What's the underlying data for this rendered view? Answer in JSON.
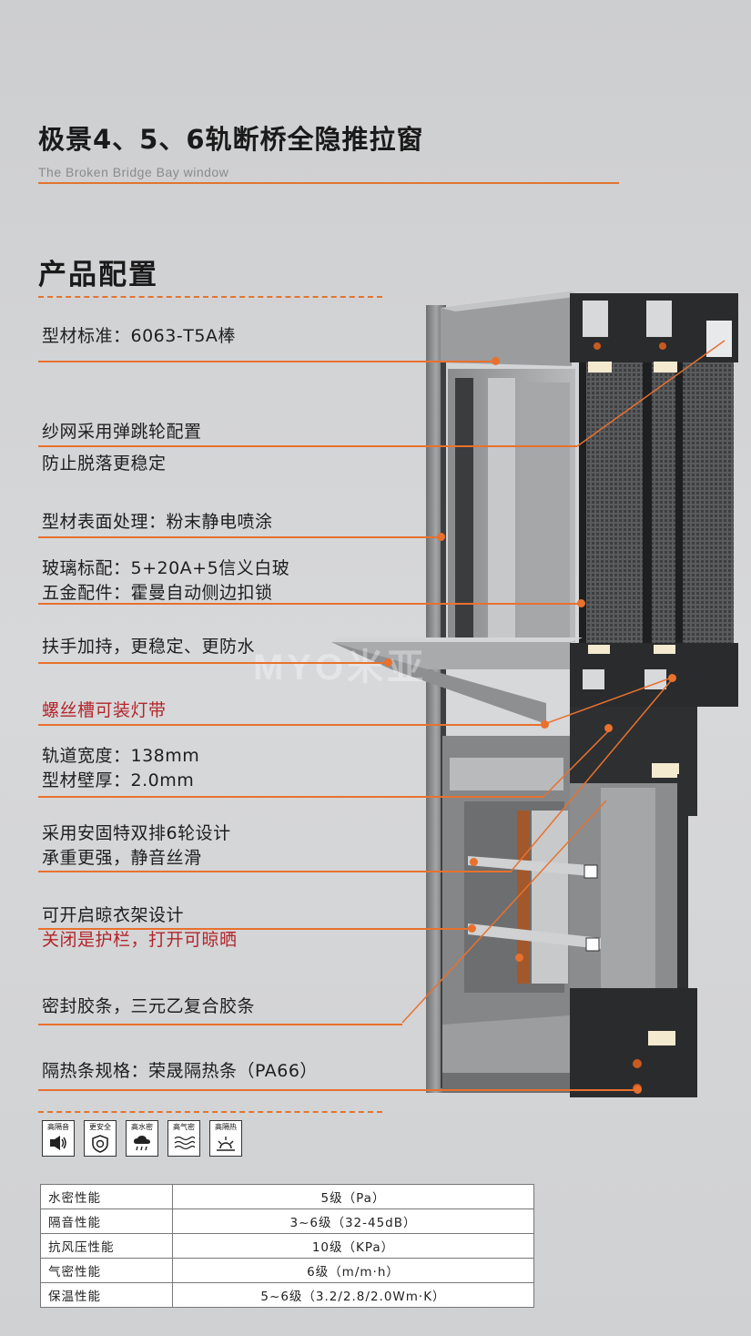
{
  "header": {
    "title": "极景4、5、6轨断桥全隐推拉窗",
    "subtitle": "The Broken Bridge Bay window"
  },
  "section": {
    "title": "产品配置"
  },
  "features": [
    {
      "lines": [
        "型材标准：6063-T5A棒"
      ]
    },
    {
      "lines": [
        "纱网采用弹跳轮配置",
        "防止脱落更稳定"
      ]
    },
    {
      "lines": [
        "型材表面处理：粉末静电喷涂"
      ]
    },
    {
      "lines": [
        "玻璃标配：5+20A+5信义白玻",
        "五金配件：霍曼自动侧边扣锁"
      ]
    },
    {
      "lines": [
        "扶手加持，更稳定、更防水"
      ]
    },
    {
      "lines": [
        "螺丝槽可装灯带"
      ]
    },
    {
      "lines": [
        "轨道宽度：138mm",
        "型材壁厚：2.0mm"
      ]
    },
    {
      "lines": [
        "采用安固特双排6轮设计",
        "承重更强，静音丝滑"
      ]
    },
    {
      "lines": [
        "可开启晾衣架设计",
        "关闭是护栏，打开可晾晒"
      ]
    },
    {
      "lines": [
        "密封胶条，三元乙复合胶条"
      ]
    },
    {
      "lines": [
        "隔热条规格：荣晟隔热条（PA66）"
      ]
    }
  ],
  "badges": [
    {
      "label": "高隔音",
      "icon": "speaker-icon"
    },
    {
      "label": "更安全",
      "icon": "shield-icon"
    },
    {
      "label": "高水密",
      "icon": "rain-cloud-icon"
    },
    {
      "label": "高气密",
      "icon": "wind-wave-icon"
    },
    {
      "label": "高隔热",
      "icon": "sun-icon"
    }
  ],
  "specs": [
    {
      "name": "水密性能",
      "value": "5级（Pa）"
    },
    {
      "name": "隔音性能",
      "value": "3~6级（32-45dB）"
    },
    {
      "name": "抗风压性能",
      "value": "10级（KPa）"
    },
    {
      "name": "气密性能",
      "value": "6级（m/m·h）"
    },
    {
      "name": "保温性能",
      "value": "5~6级（3.2/2.8/2.0Wm·K）"
    }
  ],
  "watermark": "MYO米亚",
  "colors": {
    "accent": "#e8712e",
    "highlight_red": "#b3252a",
    "frame_dark": "#2a2b2d"
  }
}
